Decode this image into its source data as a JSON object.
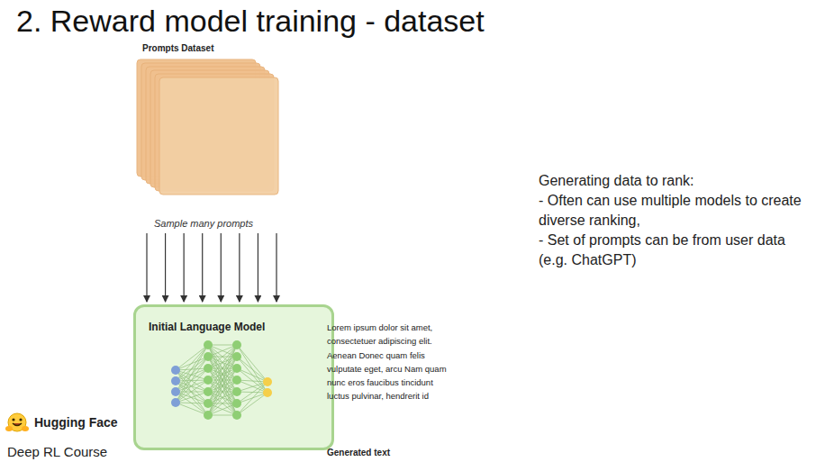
{
  "diagram": {
    "title": "2. Reward model training - dataset",
    "nodes": [
      {
        "text": [
          "Prompts Dataset"
        ]
      },
      {
        "text": [
          "Initial Language Model"
        ]
      }
    ],
    "edges": [
      {
        "from": 0,
        "to": 1,
        "arrow": "to",
        "label": "Sample many prompts"
      }
    ],
    "labels": [
      "Lorem ipsum dolor sit amet, consectetuer adipiscing elit. Aenean Donec quam felis vulputate eget, arcu Nam quam nunc eros faucibus tincidunt luctus pulvinar, hendrerit id",
      "Generated text",
      "Generating data to rank:",
      "- Often can use multiple models to create diverse ranking,",
      "- Set of prompts can be from user data (e.g. ChatGPT)",
      "Hugging Face",
      "Deep RL Course"
    ]
  }
}
